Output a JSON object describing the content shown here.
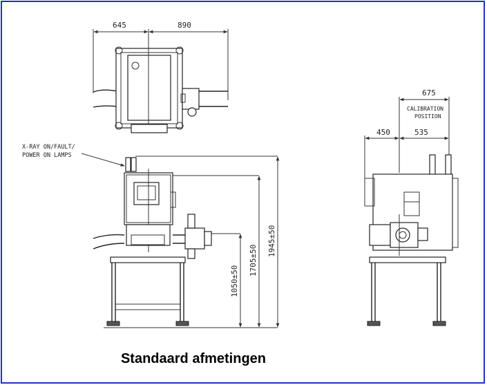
{
  "drawing": {
    "top_view": {
      "dim_left": "645",
      "dim_right": "890"
    },
    "front_view": {
      "lamps_label_line1": "X-RAY ON/FAULT/",
      "lamps_label_line2": "POWER ON LAMPS",
      "dim_conveyor_height": "1050±50",
      "dim_lamp_base_height": "1705±50",
      "dim_total_height": "1945±50"
    },
    "side_view": {
      "dim_calibration": "675",
      "calibration_line1": "CALIBRATION",
      "calibration_line2": "POSITION",
      "dim_left": "450",
      "dim_right": "535"
    }
  },
  "caption": "Standaard afmetingen",
  "colors": {
    "frame_border": "#1a33cc",
    "line": "#333333"
  }
}
